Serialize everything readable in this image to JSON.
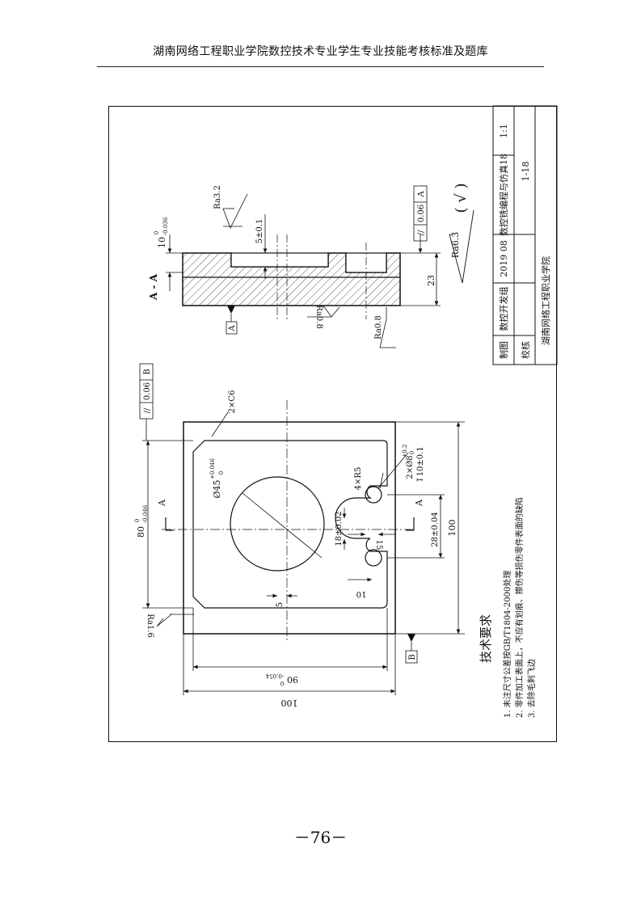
{
  "header": {
    "title": "湖南网络工程职业学院数控技术专业学生专业技能考核标准及题库"
  },
  "page_number": "－76－",
  "drawing": {
    "section_label": "A - A",
    "section_arrow_left": "A",
    "section_arrow_right": "A",
    "datum_a": "A",
    "datum_b": "B",
    "roughness": {
      "ra32": "Ra3.2",
      "ra08_top": "Ra0.8",
      "ra08_bottom": "Ra0.8",
      "ra16": "Ra1.6",
      "ra63": "Ra6.3",
      "general_symbol": "( √ )"
    },
    "dimensions": {
      "depth_5": "5±0.1",
      "step_10": "10",
      "step_10_tol_upper": "0",
      "step_10_tol_lower": "-0.036",
      "height_23": "23",
      "chamfer": "2×C6",
      "circle_diameter": "Ø45",
      "circle_tol_upper": "+0.046",
      "circle_tol_lower": "0",
      "radius_4xr5": "4×R5",
      "hole_spec": "2×Ø8",
      "hole_tol_upper": "+0.2",
      "hole_tol_lower": "0",
      "hole_depth": "↧10±0.1",
      "slot_18": "18±0.02",
      "slot_15": "15",
      "dim_28": "28±0.04",
      "dim_100_right": "100",
      "dim_100_bottom": "100",
      "dim_80": "80",
      "dim_80_tol_upper": "0",
      "dim_80_tol_lower": "-0.046",
      "dim_90": "90",
      "dim_90_tol_upper": "0",
      "dim_90_tol_lower": "-0.054",
      "dim_10_bottom": "10",
      "dim_5_left": "5"
    },
    "tolerances": {
      "parallel_a_value": "0.06",
      "parallel_a_datum": "A",
      "parallel_b_value": "0.06",
      "parallel_b_datum": "B",
      "parallel_symbol": "//"
    }
  },
  "tech_requirements": {
    "title": "技术要求",
    "items": [
      "1. 未注尺寸公差按GB/T1804-2000处理",
      "2. 零件加工表面上，不应有划痕、擦伤等损伤零件表面的缺陷",
      "3. 去除毛刺飞边"
    ]
  },
  "title_block": {
    "row1_label": "制图",
    "row1_value": "数控开发组",
    "row1_date": "2019  08",
    "row2_label": "校核",
    "course": "数控铣编程与仿真18",
    "scale": "1:1",
    "drawing_no": "1-18",
    "school": "湖南网络工程职业学院"
  }
}
